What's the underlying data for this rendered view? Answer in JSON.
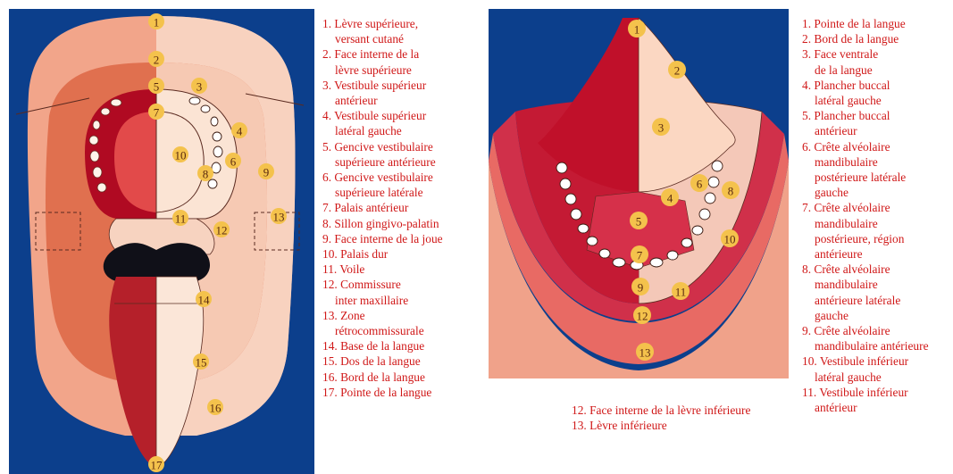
{
  "left_diagram": {
    "markers": [
      "1",
      "2",
      "3",
      "4",
      "5",
      "6",
      "7",
      "8",
      "9",
      "10",
      "11",
      "12",
      "13",
      "14",
      "15",
      "16",
      "17"
    ]
  },
  "left_legend": [
    "1. Lèvre supérieure,",
    "versant cutané",
    "2. Face interne de la",
    "lèvre supérieure",
    "3. Vestibule supérieur",
    "antérieur",
    "4. Vestibule supérieur",
    "latéral gauche",
    "5. Gencive vestibulaire",
    "supérieure antérieure",
    "6. Gencive vestibulaire",
    "supérieure latérale",
    "7. Palais antérieur",
    "8. Sillon gingivo-palatin",
    "9. Face interne de la joue",
    "10. Palais dur",
    "11. Voile",
    "12. Commissure",
    "inter maxillaire",
    "13. Zone",
    "rétrocommissurale",
    "14. Base de la langue",
    "15. Dos de la langue",
    "16. Bord de la langue",
    "17. Pointe de la langue"
  ],
  "right_diagram": {
    "markers": [
      "1",
      "2",
      "3",
      "4",
      "5",
      "6",
      "7",
      "8",
      "9",
      "10",
      "11",
      "12",
      "13"
    ]
  },
  "right_legend": [
    "1. Pointe de la langue",
    "2. Bord de la langue",
    "3. Face ventrale",
    "de la langue",
    "4. Plancher buccal",
    "latéral gauche",
    "5. Plancher buccal",
    "antérieur",
    "6. Crête alvéolaire",
    "mandibulaire",
    "postérieure latérale",
    "gauche",
    "7. Crête alvéolaire",
    "mandibulaire",
    "postérieure, région",
    "antérieure",
    "8. Crête alvéolaire",
    "mandibulaire",
    "antérieure latérale",
    "gauche",
    "9. Crête alvéolaire",
    "mandibulaire antérieure",
    "10. Vestibule inférieur",
    "latéral gauche",
    "11. Vestibule inférieur",
    "antérieur"
  ],
  "bottom_legend": [
    "12. Face interne de la lèvre inférieure",
    "13. Lèvre inférieure"
  ],
  "colors": {
    "background": "#0c3f8c",
    "legend_text": "#d01818",
    "marker": "#f4c24c"
  }
}
